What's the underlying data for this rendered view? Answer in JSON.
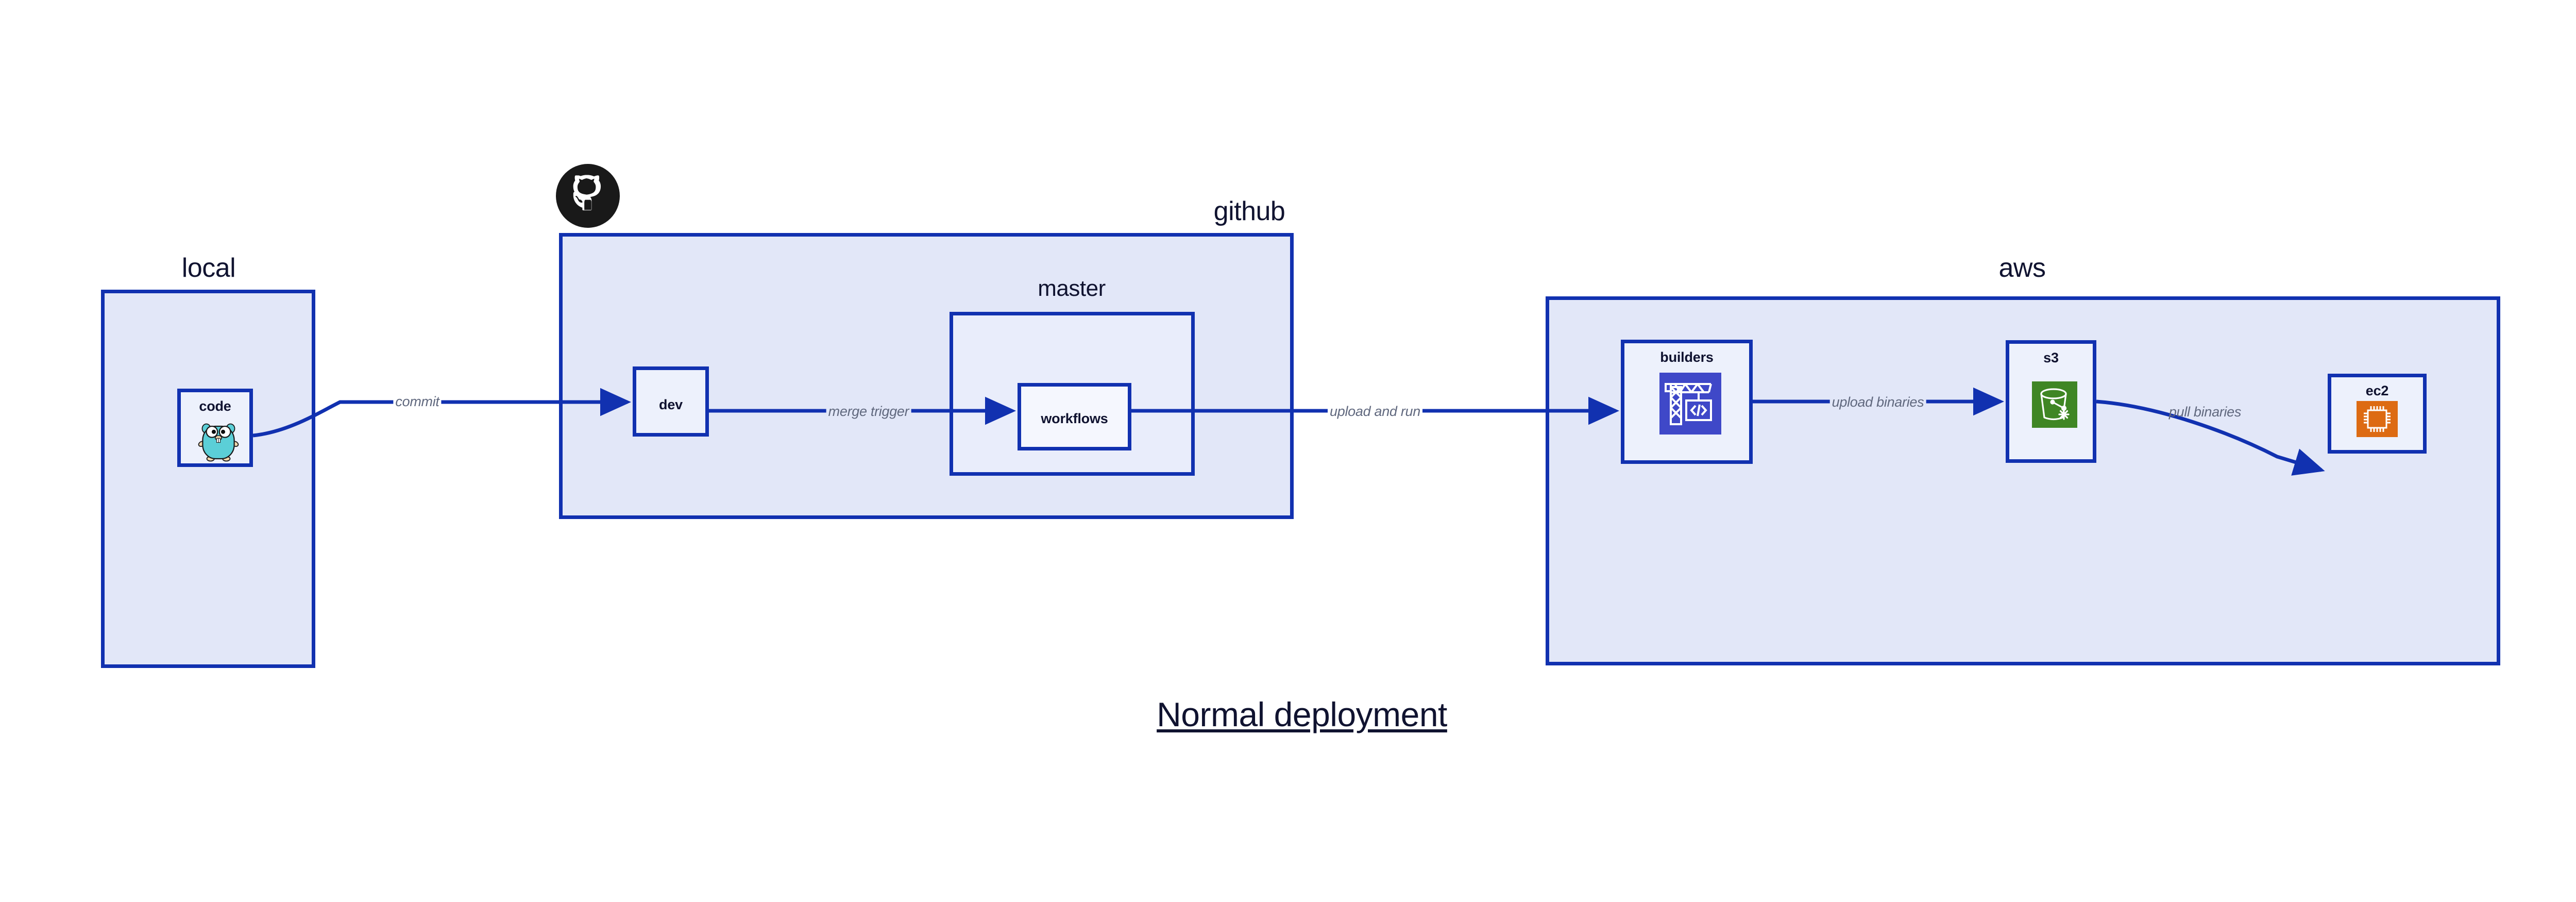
{
  "title": "Normal deployment",
  "colors": {
    "zone_fill": "#e2e7f8",
    "subzone_fill": "#e9edfb",
    "node_fill": "#edf1fc",
    "border": "#1131b0",
    "arrow": "#1131b0",
    "label_text": "#101330",
    "edge_label_text": "#60687e",
    "github_logo": "#191919",
    "go_gopher_body": "#5bcfd7",
    "builders_tile": "#3f48c8",
    "s3_tile": "#3f8624",
    "ec2_tile": "#dd6b13"
  },
  "zones": [
    {
      "id": "local",
      "label": "local"
    },
    {
      "id": "github",
      "label": "github"
    },
    {
      "id": "aws",
      "label": "aws"
    }
  ],
  "subzones": [
    {
      "id": "master",
      "label": "master"
    }
  ],
  "nodes": [
    {
      "id": "code",
      "label": "code",
      "icon": "go-gopher-icon",
      "zone": "local"
    },
    {
      "id": "dev",
      "label": "dev",
      "icon": null,
      "zone": "github"
    },
    {
      "id": "workflows",
      "label": "workflows",
      "icon": null,
      "zone": "master"
    },
    {
      "id": "builders",
      "label": "builders",
      "icon": "crane-code-icon",
      "zone": "aws"
    },
    {
      "id": "s3",
      "label": "s3",
      "icon": "s3-bucket-icon",
      "zone": "aws"
    },
    {
      "id": "ec2",
      "label": "ec2",
      "icon": "cpu-chip-icon",
      "zone": "aws"
    }
  ],
  "edges": [
    {
      "id": "commit",
      "from": "code",
      "to": "dev",
      "label": "commit"
    },
    {
      "id": "merge-trigger",
      "from": "dev",
      "to": "workflows",
      "label": "merge trigger"
    },
    {
      "id": "upload-and-run",
      "from": "workflows",
      "to": "builders",
      "label": "upload and run"
    },
    {
      "id": "upload-binaries",
      "from": "builders",
      "to": "s3",
      "label": "upload binaries"
    },
    {
      "id": "pull-binaries",
      "from": "s3",
      "to": "ec2",
      "label": "pull binaries"
    }
  ],
  "icons": {
    "github_logo": "github-mark-icon"
  }
}
